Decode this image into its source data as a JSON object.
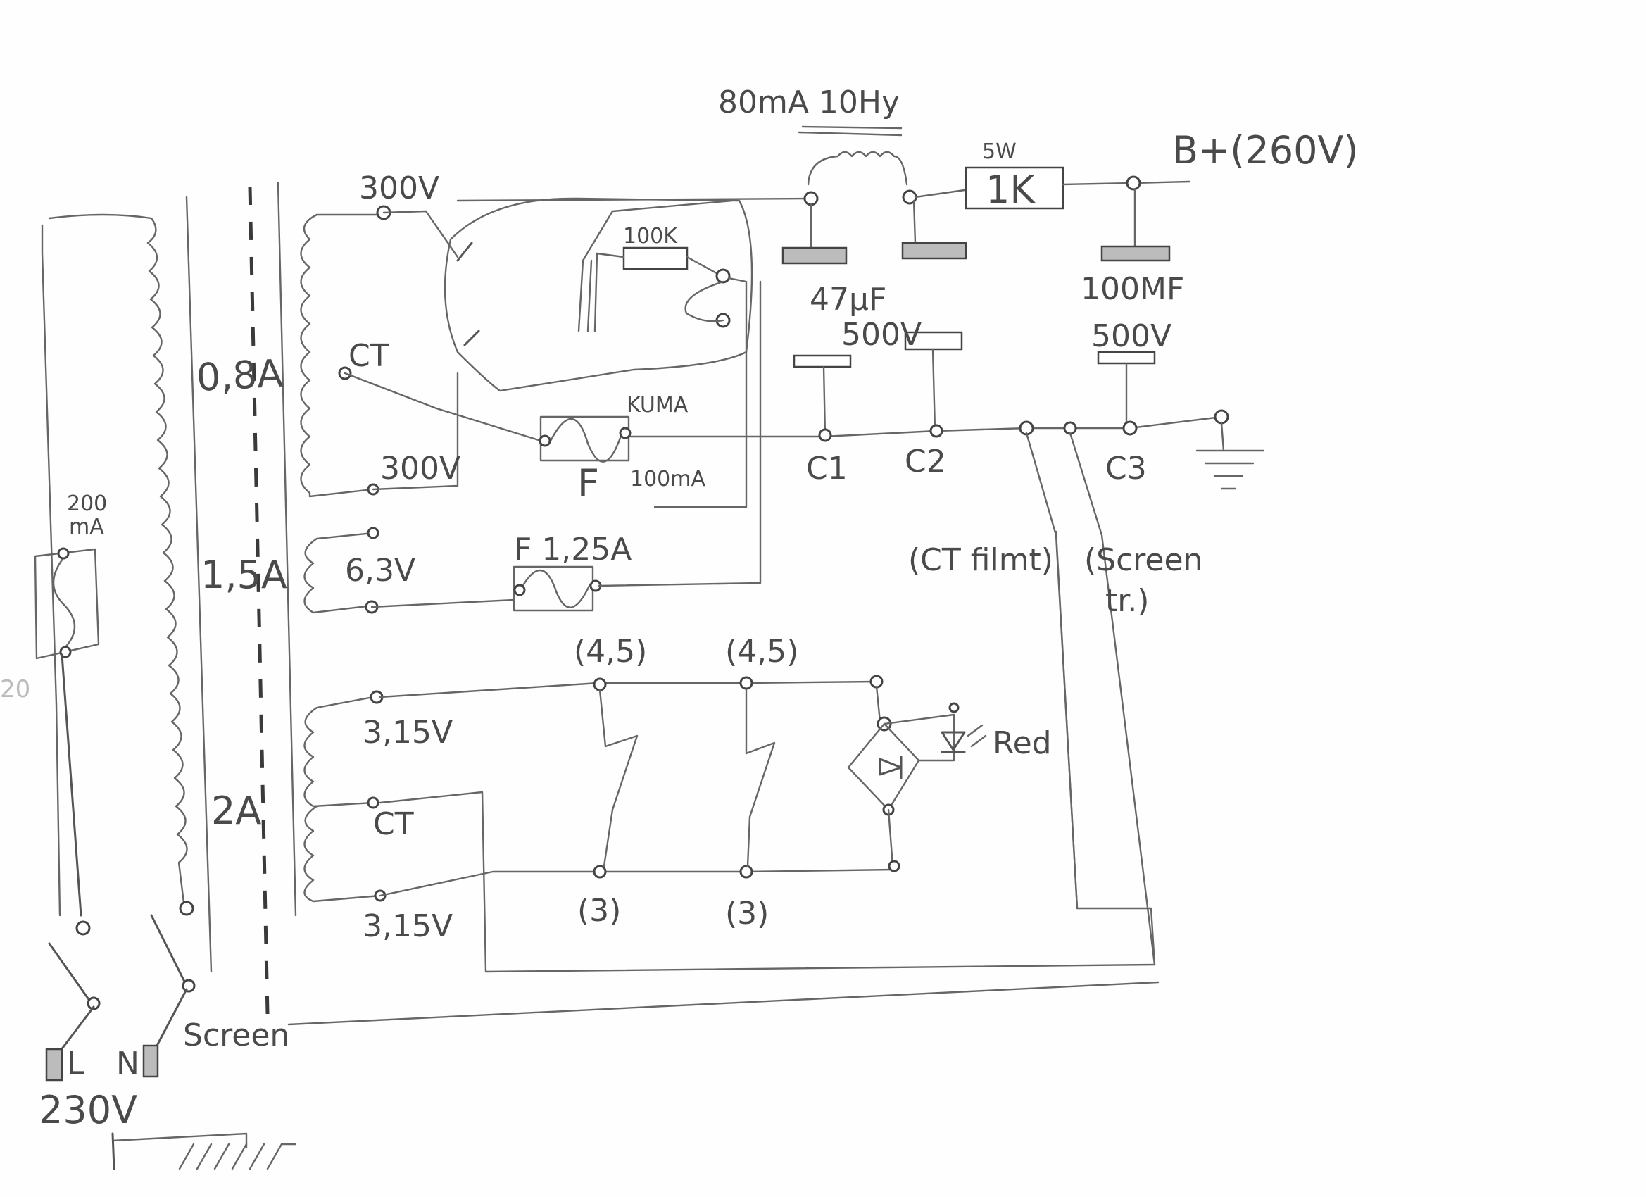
{
  "labels": {
    "choke_rating": "80mA 10Hy",
    "resistor_power": "5W",
    "resistor_1k": "1K",
    "b_plus": "B+(260V)",
    "hv_top": "300V",
    "hv_ct": "CT",
    "hv_bottom": "300V",
    "resistor_100k": "100K",
    "cap_47": "47µF",
    "cap_47_v": "500V",
    "cap_100": "100MF",
    "cap_100_v": "500V",
    "fuse_100ma": "100mA",
    "fuse_f_letter": "F",
    "fuse_kuma": "KUMA",
    "c1": "C1",
    "c2": "C2",
    "c3": "C3",
    "ct_filament": "(CT filmt)",
    "screen_tr_1": "(Screen",
    "screen_tr_2": "tr.)",
    "primary_fuse_1": "200",
    "primary_fuse_2": "mA",
    "current_08a": "0,8A",
    "current_15a": "1,5A",
    "current_2a": "2A",
    "fil_63v": "6,3V",
    "fuse_125a": "F 1,25A",
    "tap_45_a": "(4,5)",
    "tap_45_b": "(4,5)",
    "tap_3_a": "(3)",
    "tap_3_b": "(3)",
    "fil_315_top": "3,15V",
    "fil_ct": "CT",
    "fil_315_bottom": "3,15V",
    "led_red": "Red",
    "screen": "Screen",
    "mains_l": "L",
    "mains_n": "N",
    "mains_v": "230V",
    "stray_20": "20"
  }
}
